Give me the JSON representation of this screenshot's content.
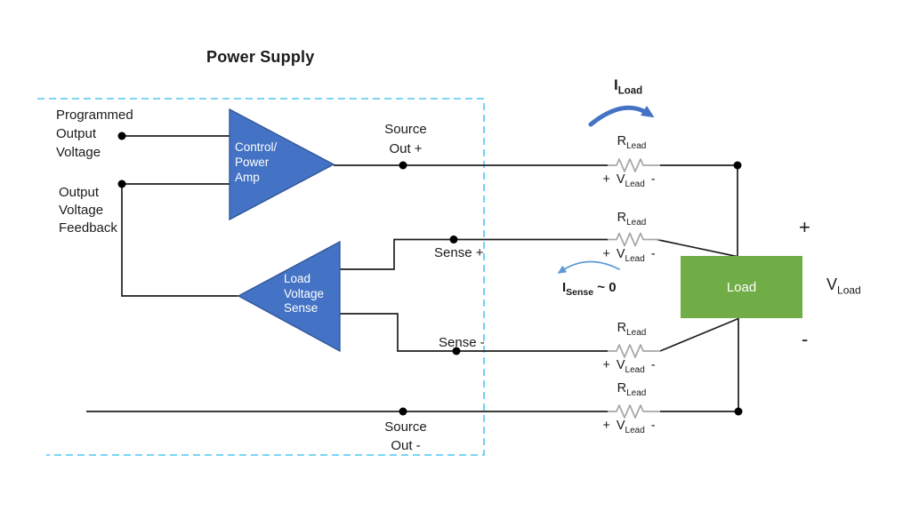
{
  "diagram": {
    "title": "Power Supply",
    "power_supply_box": {
      "programmed_label": [
        "Programmed",
        "Output",
        "Voltage"
      ],
      "feedback_label": [
        "Output",
        "Voltage",
        "Feedback"
      ],
      "control_amp_label": [
        "Control/",
        "Power",
        "Amp"
      ],
      "sense_amp_label": [
        "Load",
        "Voltage",
        "Sense"
      ],
      "source_out_plus": [
        "Source",
        "Out +"
      ],
      "source_out_minus": [
        "Source",
        "Out -"
      ],
      "sense_plus": "Sense +",
      "sense_minus": "Sense -"
    },
    "leads": {
      "resistor": {
        "r": "R",
        "r_sub": "Lead"
      },
      "voltage": {
        "plus": "+",
        "v": "V",
        "v_sub": "Lead",
        "minus": "-"
      }
    },
    "currents": {
      "i_load": {
        "pre": "I",
        "sub": "Load"
      },
      "i_sense": {
        "pre": "I",
        "sub": "Sense",
        "post": " ~ 0"
      }
    },
    "load": {
      "label": "Load",
      "plus": "+",
      "minus": "-",
      "v_load": {
        "pre": "V",
        "sub": "Load"
      }
    },
    "colors": {
      "amp_blue": "#4472C4",
      "amp_border": "#2F5597",
      "load_green": "#70AD47",
      "dashed_border": "#4FC8F0",
      "wire": "#1f1f1f",
      "resistor_gray": "#A6A6A6",
      "i_load_arrow": "#4472C4",
      "i_sense_arrow": "#5B9BD5"
    }
  }
}
